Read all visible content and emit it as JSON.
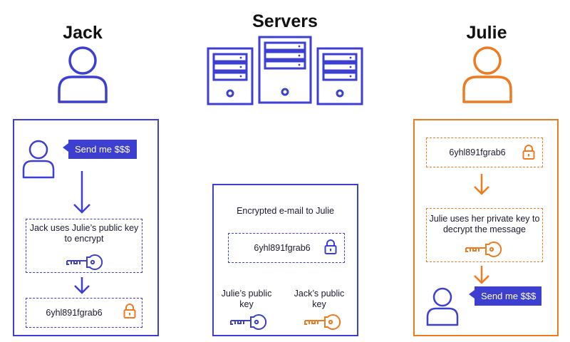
{
  "titles": {
    "jack": "Jack",
    "servers": "Servers",
    "julie": "Julie"
  },
  "jack_panel": {
    "bubble": "Send me $$$",
    "encrypt_step": "Jack uses Julie’s public key to encrypt",
    "encrypted_text": "6yhl891fgrab6"
  },
  "server_panel": {
    "heading": "Encrypted e-mail to Julie",
    "encrypted_text": "6yhl891fgrab6",
    "julie_key_label": "Julie’s public key",
    "jack_key_label": "Jack’s public key"
  },
  "julie_panel": {
    "encrypted_text": "6yhl891fgrab6",
    "decrypt_step": "Julie uses her private key to decrypt the message",
    "bubble": "Send me $$$"
  },
  "colors": {
    "blue": "#3d3fd1",
    "orange": "#ef7a1f"
  }
}
